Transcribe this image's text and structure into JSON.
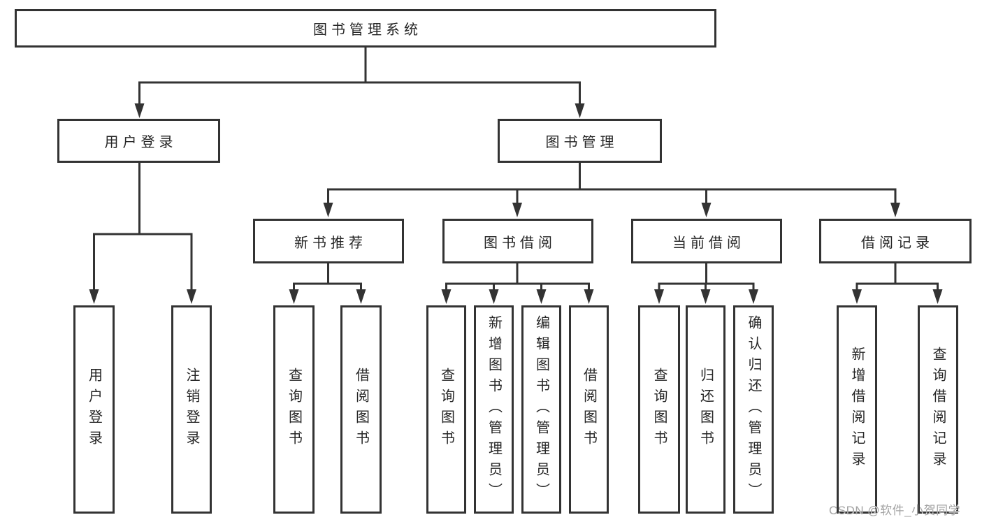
{
  "diagram": {
    "type": "hierarchy",
    "root": {
      "label": "图书管理系统"
    },
    "branches": [
      {
        "label": "用户登录",
        "children": [
          {
            "label": "用户登录"
          },
          {
            "label": "注销登录"
          }
        ]
      },
      {
        "label": "图书管理",
        "children": [
          {
            "label": "新书推荐",
            "children": [
              {
                "label": "查询图书"
              },
              {
                "label": "借阅图书"
              }
            ]
          },
          {
            "label": "图书借阅",
            "children": [
              {
                "label": "查询图书"
              },
              {
                "label": "新增图书（管理员）"
              },
              {
                "label": "编辑图书（管理员）"
              },
              {
                "label": "借阅图书"
              }
            ]
          },
          {
            "label": "当前借阅",
            "children": [
              {
                "label": "查询图书"
              },
              {
                "label": "归还图书"
              },
              {
                "label": "确认归还（管理员）"
              }
            ]
          },
          {
            "label": "借阅记录",
            "children": [
              {
                "label": "新增借阅记录"
              },
              {
                "label": "查询借阅记录"
              }
            ]
          }
        ]
      }
    ],
    "watermark": "CSDN @软件_小贺同学",
    "colors": {
      "line": "#333333",
      "text": "#262626",
      "background": "#ffffff",
      "watermark": "#a3a3a3"
    }
  }
}
